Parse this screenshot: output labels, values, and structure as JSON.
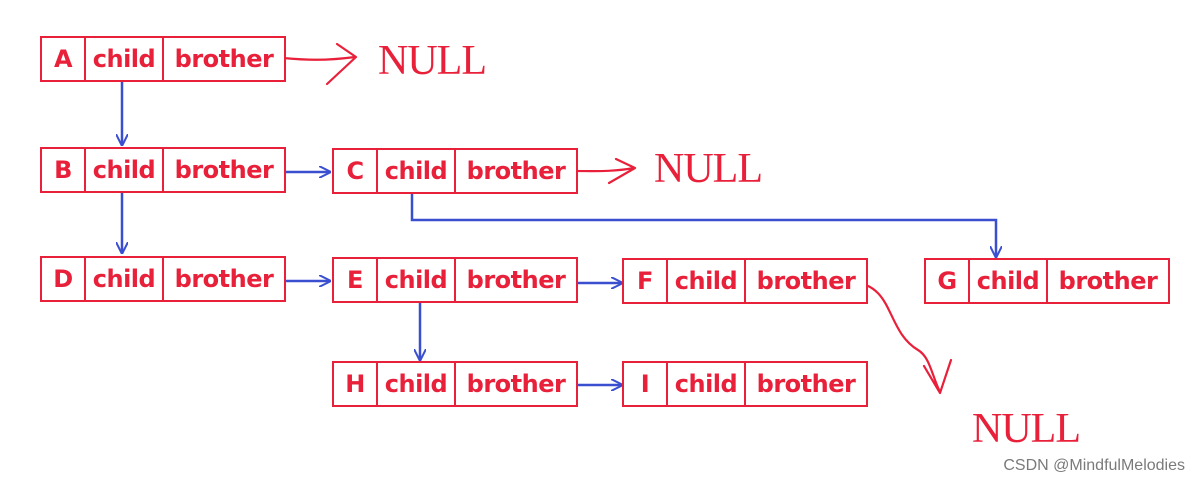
{
  "diagram": {
    "nodes": [
      {
        "id": "A",
        "name": "A",
        "child_label": "child",
        "brother_label": "brother"
      },
      {
        "id": "B",
        "name": "B",
        "child_label": "child",
        "brother_label": "brother"
      },
      {
        "id": "C",
        "name": "C",
        "child_label": "child",
        "brother_label": "brother"
      },
      {
        "id": "D",
        "name": "D",
        "child_label": "child",
        "brother_label": "brother"
      },
      {
        "id": "E",
        "name": "E",
        "child_label": "child",
        "brother_label": "brother"
      },
      {
        "id": "F",
        "name": "F",
        "child_label": "child",
        "brother_label": "brother"
      },
      {
        "id": "G",
        "name": "G",
        "child_label": "child",
        "brother_label": "brother"
      },
      {
        "id": "H",
        "name": "H",
        "child_label": "child",
        "brother_label": "brother"
      },
      {
        "id": "I",
        "name": "I",
        "child_label": "child",
        "brother_label": "brother"
      }
    ],
    "edges": [
      {
        "from": "A",
        "to": "B",
        "type": "child"
      },
      {
        "from": "B",
        "to": "C",
        "type": "brother"
      },
      {
        "from": "B",
        "to": "D",
        "type": "child"
      },
      {
        "from": "C",
        "to": "G",
        "type": "child"
      },
      {
        "from": "D",
        "to": "E",
        "type": "brother"
      },
      {
        "from": "E",
        "to": "F",
        "type": "brother"
      },
      {
        "from": "E",
        "to": "H",
        "type": "child"
      },
      {
        "from": "H",
        "to": "I",
        "type": "brother"
      },
      {
        "from": "A",
        "to": "NULL",
        "type": "brother"
      },
      {
        "from": "C",
        "to": "NULL",
        "type": "brother"
      },
      {
        "from": "F",
        "to": "NULL",
        "type": "brother"
      }
    ],
    "null_label": "NULL",
    "colors": {
      "node": "#e8203a",
      "link": "#3a4fd0",
      "null_link": "#e8203a"
    }
  },
  "watermark": "CSDN @MindfulMelodies"
}
